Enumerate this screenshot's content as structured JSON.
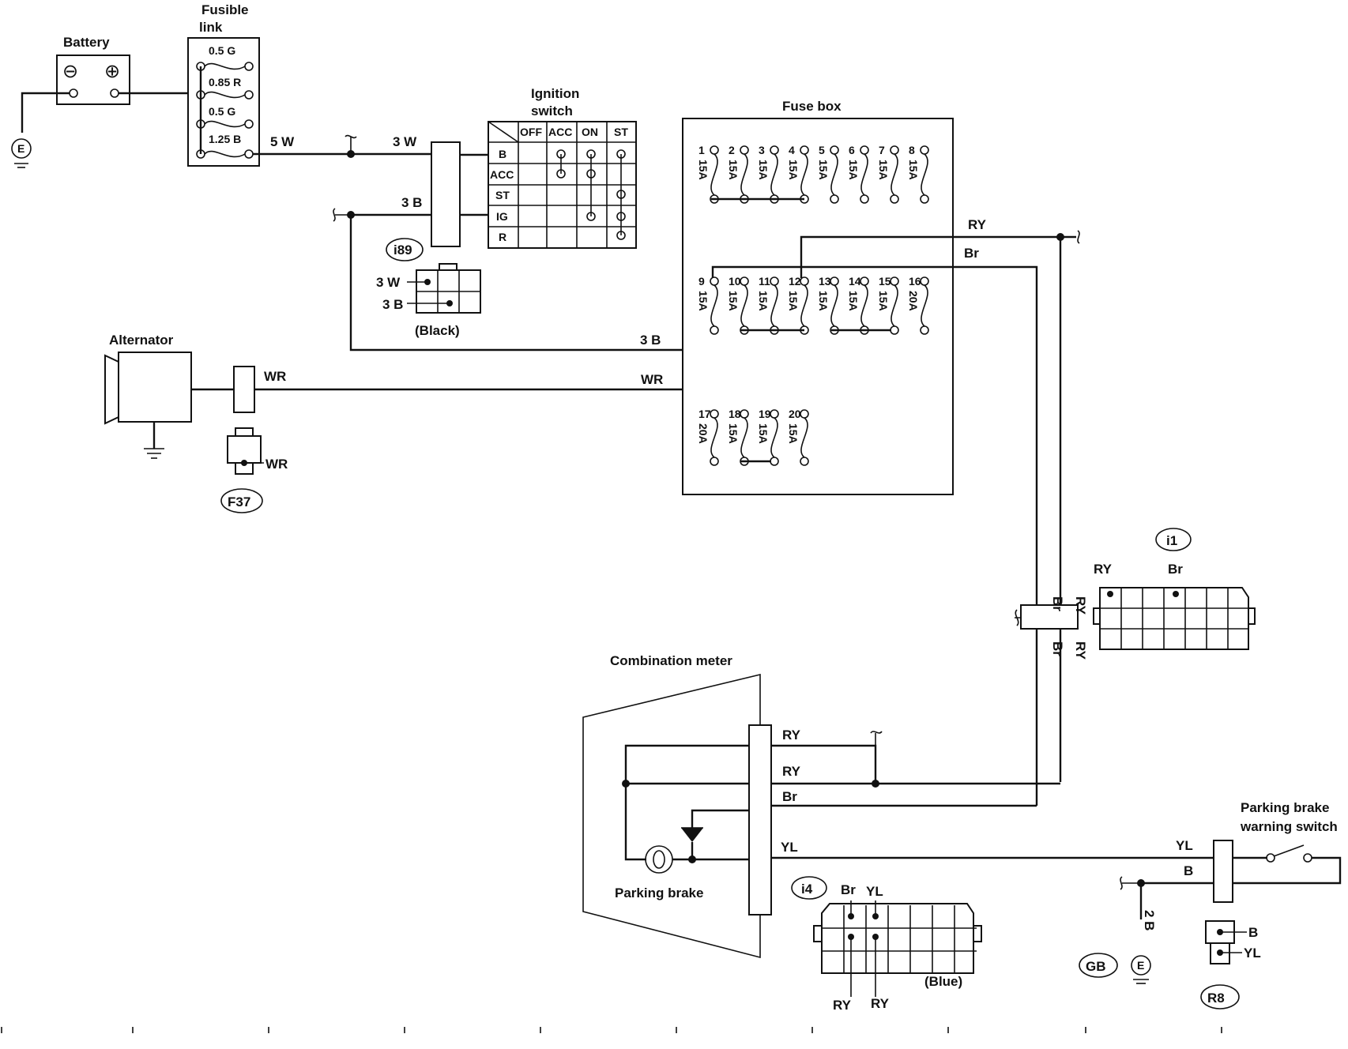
{
  "battery": {
    "label": "Battery",
    "minus": "⊖",
    "plus": "⊕"
  },
  "fusible_link": {
    "label_line1": "Fusible",
    "label_line2": "link",
    "links": [
      "0.5 G",
      "0.85 R",
      "0.5 G",
      "1.25 B"
    ]
  },
  "ground_symbol": "E",
  "wires": {
    "w5": "5 W",
    "w3": "3 W",
    "b3": "3 B",
    "b3_lower": "3 B",
    "wr_alt": "WR",
    "wr_fuse": "WR",
    "wr_conn": "WR",
    "ry_top": "RY",
    "br_top": "Br",
    "br_vert": "Br",
    "ry_vert": "RY",
    "br_vert2": "Br",
    "ry_vert2": "RY",
    "ry_m1": "RY",
    "ry_m2": "RY",
    "br_m": "Br",
    "yl_m": "YL",
    "yl_sw": "YL",
    "b_sw": "B",
    "b2": "2 B"
  },
  "ignition_switch": {
    "label_line1": "Ignition",
    "label_line2": "switch",
    "columns": [
      "OFF",
      "ACC",
      "ON",
      "ST"
    ],
    "rows": [
      "B",
      "ACC",
      "ST",
      "IG",
      "R"
    ]
  },
  "connectors": {
    "i89": {
      "id": "i89",
      "pin1": "3 W",
      "pin2": "3 B",
      "color": "(Black)"
    },
    "f37": {
      "id": "F37",
      "pin": "WR"
    },
    "i1": {
      "id": "i1",
      "pin1": "RY",
      "pin2": "Br"
    },
    "i4": {
      "id": "i4",
      "pin_br": "Br",
      "pin_yl": "YL",
      "pin_ry1": "RY",
      "pin_ry2": "RY",
      "color": "(Blue)"
    },
    "gb": {
      "id": "GB"
    },
    "r8": {
      "id": "R8",
      "pin_b": "B",
      "pin_yl": "YL"
    }
  },
  "alternator": {
    "label": "Alternator"
  },
  "fuse_box": {
    "label": "Fuse box",
    "row1_numbers": [
      "1",
      "2",
      "3",
      "4",
      "5",
      "6",
      "7",
      "8"
    ],
    "row1_ratings": [
      "15A",
      "15A",
      "15A",
      "15A",
      "15A",
      "15A",
      "15A",
      "15A"
    ],
    "row2_numbers": [
      "9",
      "10",
      "11",
      "12",
      "13",
      "14",
      "15",
      "16"
    ],
    "row2_ratings": [
      "15A",
      "15A",
      "15A",
      "15A",
      "15A",
      "15A",
      "15A",
      "20A"
    ],
    "row3_numbers": [
      "17",
      "18",
      "19",
      "20"
    ],
    "row3_ratings": [
      "20A",
      "15A",
      "15A",
      "15A"
    ]
  },
  "combination_meter": {
    "label": "Combination meter",
    "lamp": "Parking brake"
  },
  "parking_brake_switch": {
    "label_line1": "Parking brake",
    "label_line2": "warning switch"
  }
}
